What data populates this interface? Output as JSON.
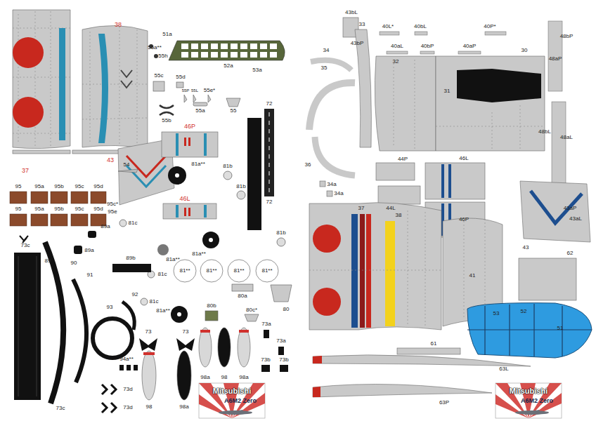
{
  "diagram": {
    "labels": [
      "38",
      "51a",
      "55a**",
      "55h",
      "52a",
      "53a",
      "55c",
      "55d",
      "55P",
      "55L",
      "55e*",
      "55a",
      "55",
      "55b",
      "72",
      "46P",
      "43",
      "54",
      "81a**",
      "81b",
      "37",
      "95",
      "95a",
      "95b",
      "95c",
      "95d",
      "81b",
      "46L",
      "72",
      "95c*",
      "95",
      "95a",
      "95b",
      "95c",
      "95d",
      "95e",
      "81c",
      "89a",
      "81b",
      "73c",
      "89a",
      "81a**",
      "89b",
      "81a**",
      "89",
      "90",
      "81**",
      "81**",
      "81**",
      "81**",
      "91",
      "81c",
      "92",
      "80a",
      "81c",
      "93",
      "80b",
      "80c*",
      "80",
      "81a**",
      "73a",
      "73",
      "73",
      "73a",
      "73b",
      "73b",
      "94a**",
      "98a",
      "98",
      "98a",
      "73d",
      "73c",
      "73d",
      "98",
      "98a",
      "Mitsubishi",
      "A6M2 Zero",
      "43bL",
      "33",
      "40L*",
      "40bL",
      "40P*",
      "30",
      "48bP",
      "43bP",
      "40aL",
      "40bP",
      "40aP",
      "34",
      "48aP",
      "32",
      "35",
      "31",
      "48bL",
      "48aL",
      "44P",
      "46L",
      "36",
      "34a",
      "34a",
      "37",
      "44L",
      "43aP",
      "38",
      "46P",
      "43aL",
      "43",
      "62",
      "41",
      "52",
      "53",
      "51",
      "61",
      "63L",
      "63P",
      "Mitsubishi",
      "A6M2 Zero"
    ]
  }
}
